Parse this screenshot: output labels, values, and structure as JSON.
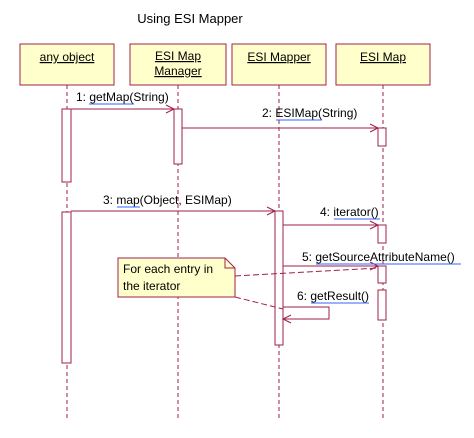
{
  "diagram": {
    "title": "Using ESI Mapper",
    "participants": [
      {
        "line1": "any object",
        "line2": ""
      },
      {
        "line1": "ESI Map",
        "line2": "Manager"
      },
      {
        "line1": "ESI Mapper",
        "line2": ""
      },
      {
        "line1": "ESI Map",
        "line2": ""
      }
    ],
    "messages": [
      {
        "label": "1: getMap(String)"
      },
      {
        "label": "2: ESIMap(String)"
      },
      {
        "label": "3: map(Object, ESIMap)"
      },
      {
        "label": "4: iterator()"
      },
      {
        "label": "5: getSourceAttributeName()"
      },
      {
        "label": "6: getResult()"
      }
    ],
    "note": {
      "line1": "For each entry in",
      "line2": "the iterator"
    },
    "colors": {
      "box_fill": "#ffffcc",
      "line": "#a0204a",
      "link_underline": "#3366ff"
    }
  }
}
